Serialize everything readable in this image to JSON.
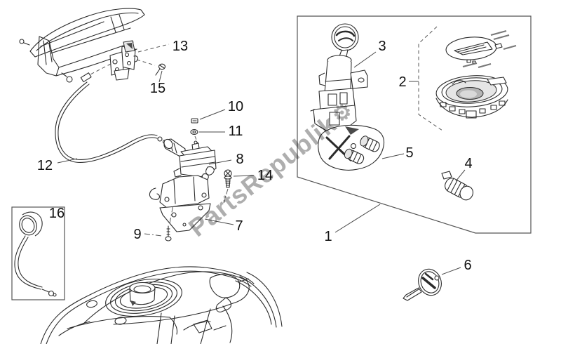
{
  "diagram": {
    "callouts": {
      "c1": "1",
      "c2": "2",
      "c3": "3",
      "c4": "4",
      "c5": "5",
      "c6": "6",
      "c7": "7",
      "c8": "8",
      "c9": "9",
      "c10": "10",
      "c11": "11",
      "c12": "12",
      "c13": "13",
      "c14": "14",
      "c15": "15",
      "c16": "16"
    },
    "watermark": {
      "text": "PartsRepublik",
      "gear_icon": "⚙"
    }
  },
  "colors": {
    "background": "#ffffff",
    "line_art": "#2b2b2b",
    "watermark": "#9a9a9a"
  }
}
